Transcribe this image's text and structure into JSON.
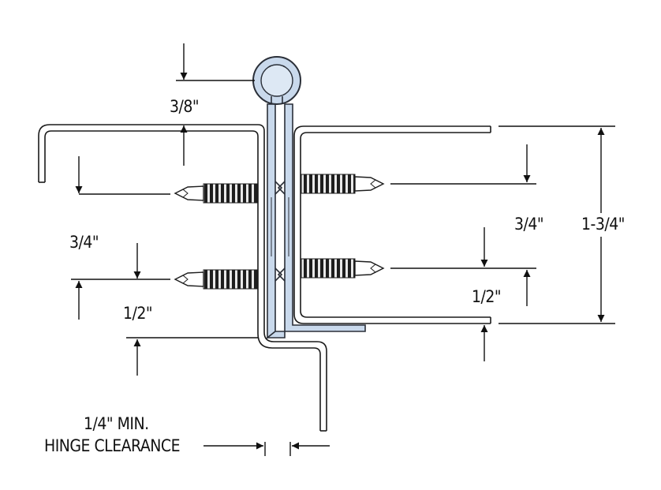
{
  "dimensions": {
    "pin_offset": "3/8\"",
    "left_screw_spacing": "3/4\"",
    "left_edge_offset": "1/2\"",
    "right_screw_spacing": "3/4\"",
    "right_edge_offset": "1/2\"",
    "total_height": "1-3/4\"",
    "clearance_line1": "1/4\" MIN.",
    "clearance_line2": "HINGE CLEARANCE"
  },
  "colors": {
    "hinge_fill": "#c9d9ec",
    "hinge_stroke": "#2a2f38",
    "screw": "#1e1e1e",
    "line": "#1a1a1a"
  }
}
